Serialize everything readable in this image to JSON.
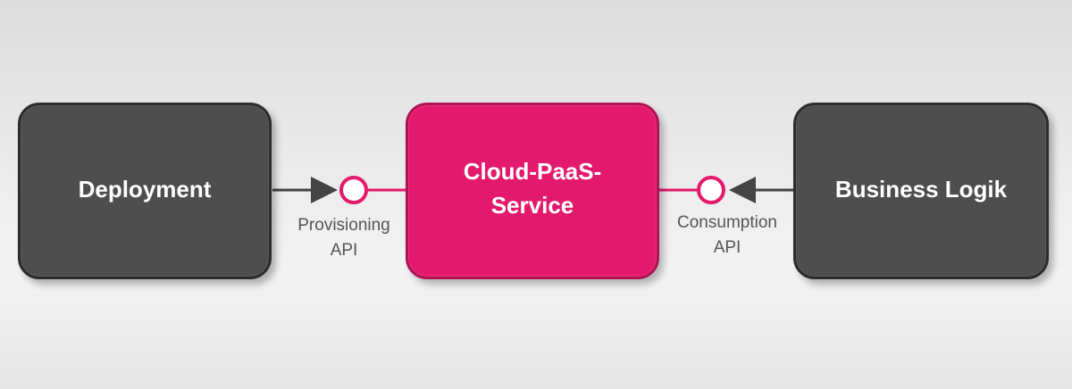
{
  "diagram": {
    "nodes": {
      "deployment": {
        "label": "Deployment"
      },
      "cloud_service": {
        "label": "Cloud-PaaS-\nService"
      },
      "business_logic": {
        "label": "Business Logik"
      }
    },
    "interfaces": {
      "provisioning": {
        "label": "Provisioning\nAPI"
      },
      "consumption": {
        "label": "Consumption\nAPI"
      }
    },
    "colors": {
      "accent": "#e2196c",
      "node_dark": "#4e4e4e",
      "connector": "#444444",
      "label_text": "#555555"
    }
  }
}
